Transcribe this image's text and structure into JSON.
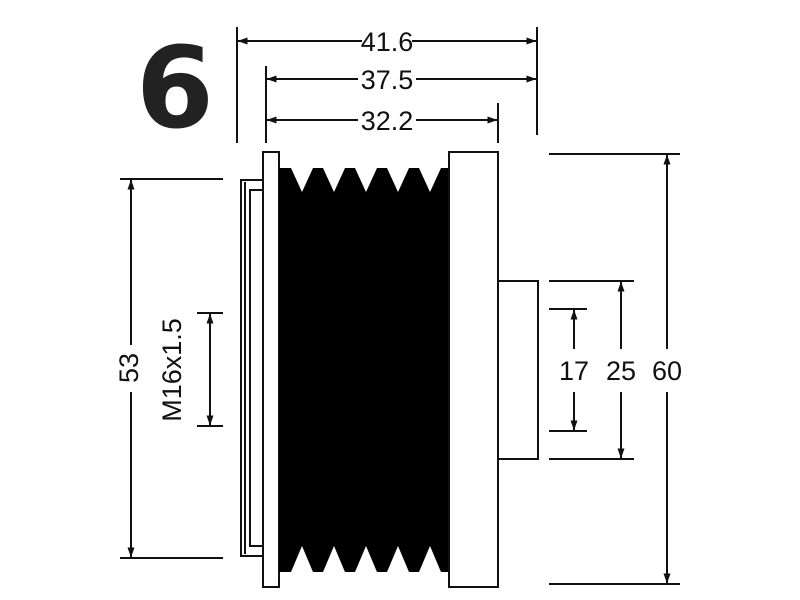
{
  "groove_count_label": "6",
  "dimensions": {
    "overall_width": "41.6",
    "width_2": "37.5",
    "width_3": "32.2",
    "diameter_53": "53",
    "thread": "M16x1.5",
    "hub_17": "17",
    "hub_25": "25",
    "diameter_60": "60"
  },
  "colors": {
    "ink": "#111111",
    "background": "#ffffff"
  }
}
